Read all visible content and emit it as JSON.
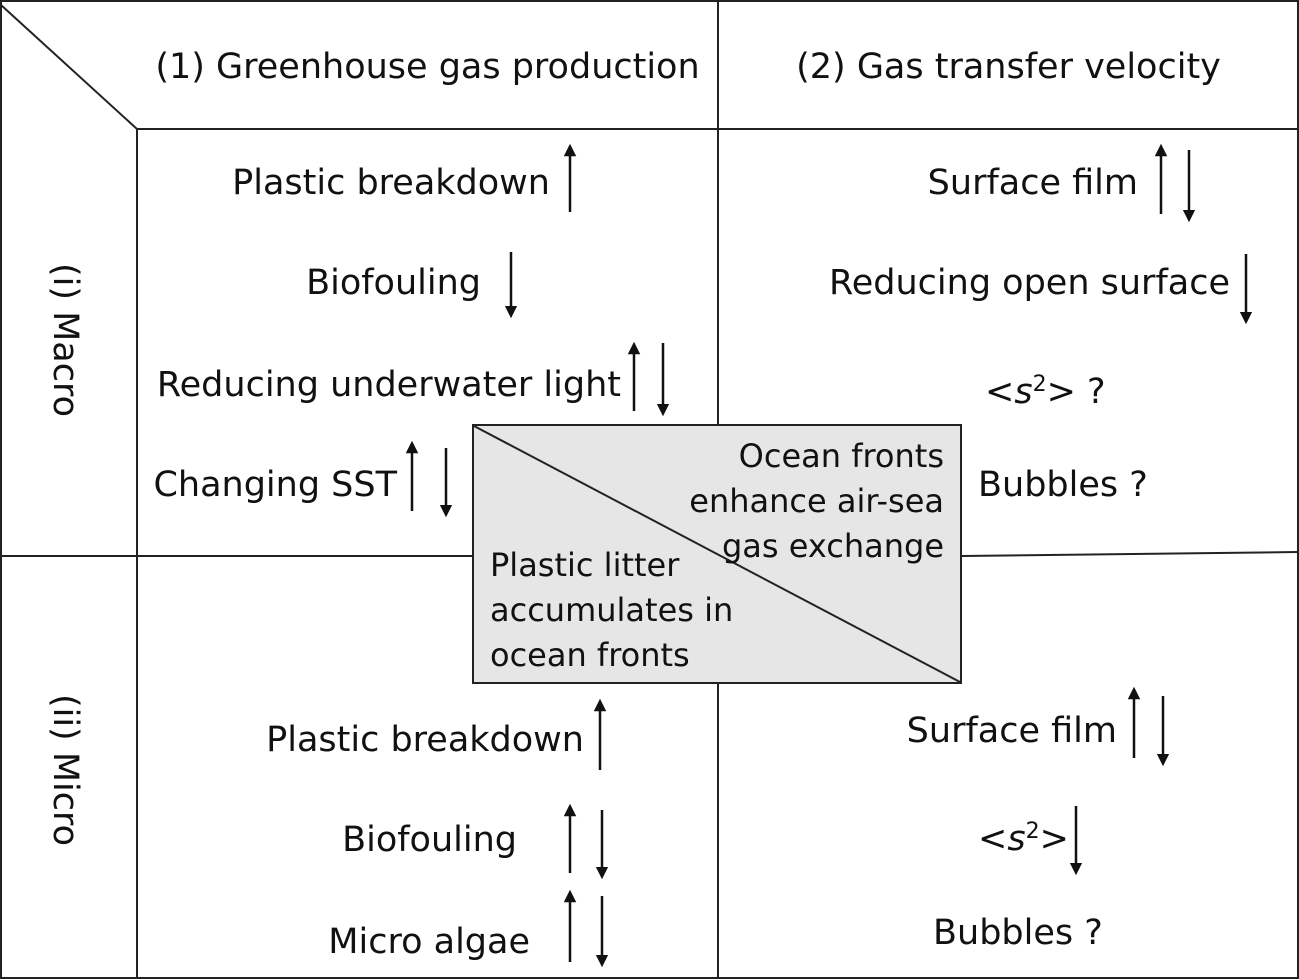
{
  "headers": {
    "col1": "(1) Greenhouse gas production",
    "col2": "(2) Gas transfer velocity",
    "row1": "(i) Macro",
    "row2": "(ii) Micro"
  },
  "macro_production": [
    {
      "label": "Plastic breakdown",
      "arrows": [
        "up"
      ]
    },
    {
      "label": "Biofouling",
      "arrows": [
        "down"
      ]
    },
    {
      "label": "Reducing underwater light",
      "arrows": [
        "up",
        "down"
      ]
    },
    {
      "label": "Changing SST",
      "arrows": [
        "up",
        "down"
      ]
    }
  ],
  "macro_transfer": [
    {
      "label": "Surface film",
      "arrows": [
        "up",
        "down"
      ]
    },
    {
      "label": "Reducing open surface",
      "arrows": [
        "down"
      ]
    },
    {
      "label_prefix": "<",
      "label_var": "s",
      "label_sup": "2",
      "label_suffix": "> ?",
      "arrows": []
    },
    {
      "label": "Bubbles ?",
      "arrows": []
    }
  ],
  "micro_production": [
    {
      "label": "Plastic breakdown",
      "arrows": [
        "up"
      ]
    },
    {
      "label": "Biofouling",
      "arrows": [
        "up",
        "down"
      ]
    },
    {
      "label": "Micro algae",
      "arrows": [
        "up",
        "down"
      ]
    }
  ],
  "micro_transfer": [
    {
      "label": "Surface film",
      "arrows": [
        "up",
        "down"
      ]
    },
    {
      "label_prefix": "<",
      "label_var": "s",
      "label_sup": "2",
      "label_suffix": ">",
      "arrows": [
        "down"
      ]
    },
    {
      "label": "Bubbles ?",
      "arrows": []
    }
  ],
  "center_box": {
    "upper_right": [
      "Ocean fronts",
      "enhance air-sea",
      "gas exchange"
    ],
    "lower_left": [
      "Plastic litter",
      "accumulates in",
      "ocean fronts"
    ]
  },
  "colors": {
    "box_fill": "#e6e6e6",
    "line": "#222222"
  }
}
